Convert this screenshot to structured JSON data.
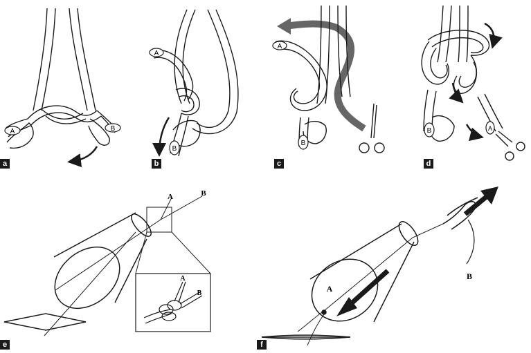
{
  "panels": [
    {
      "id": "a",
      "tag": "a",
      "labels": [
        "A",
        "B"
      ]
    },
    {
      "id": "b",
      "tag": "b",
      "labels": [
        "A",
        "B"
      ]
    },
    {
      "id": "c",
      "tag": "c",
      "labels": [
        "A",
        "B"
      ]
    },
    {
      "id": "d",
      "tag": "d",
      "labels": [
        "A",
        "B"
      ]
    },
    {
      "id": "e",
      "tag": "e",
      "labels": [
        "A",
        "B"
      ],
      "inset_labels": [
        "A",
        "B"
      ]
    },
    {
      "id": "f",
      "tag": "f",
      "labels": [
        "A",
        "B"
      ]
    }
  ],
  "colors": {
    "line": "#1a1a1a",
    "arrow_gray": "#666666",
    "fill": "#ffffff"
  }
}
